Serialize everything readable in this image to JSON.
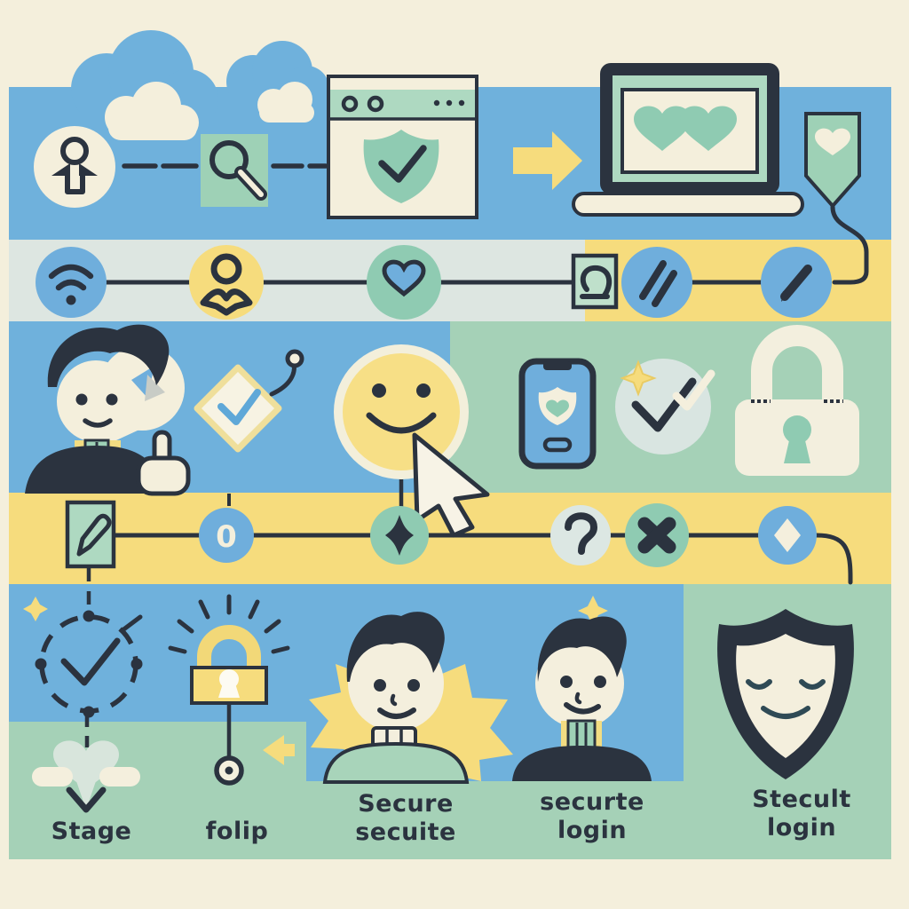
{
  "illustration_theme": "secure login flow infographic",
  "captions": {
    "stage": {
      "line1": "Stage"
    },
    "folip": {
      "line1": "folip"
    },
    "secure_secuite": {
      "line1": "Secure",
      "line2": "secuite"
    },
    "securte_login": {
      "line1": "securte",
      "line2": "login"
    },
    "stecult_login": {
      "line1": "Stecult",
      "line2": "login"
    }
  },
  "badges": {
    "zero": "0"
  },
  "palette": {
    "cream": "#F4EFDC",
    "blue_band": "#6FB1DC",
    "yellow_band": "#F6DC7D",
    "green_band": "#A5D1B7",
    "pale_band": "#DDE6E1",
    "mint_icon": "#8FCBB2",
    "light_green_card": "#AED9C1",
    "node_blue": "#6FAEDC",
    "ink": "#2B333F",
    "pale_node": "#D9E5E1",
    "lock_cream": "#F3EFDE"
  },
  "icons": [
    "cloud-icon",
    "user-arrow-badge-icon",
    "magnifier-icon",
    "browser-shield-icon",
    "arrow-right-icon",
    "laptop-hearts-icon",
    "bookmark-heart-icon",
    "wifi-icon",
    "person-node-icon",
    "heart-node-icon",
    "card-glyph-icon",
    "slashes-node-icon",
    "pen-node-icon",
    "avatar-speech-icon",
    "send-triangle-icon",
    "pointer-hand-icon",
    "diamond-check-icon",
    "pin-hook-icon",
    "smiley-icon",
    "cursor-icon",
    "phone-shield-icon",
    "verified-check-icon",
    "sparkle-icon",
    "padlock-icon",
    "edit-card-icon",
    "zero-node-badge",
    "diamond-node-icon",
    "question-node-icon",
    "cross-node-icon",
    "blue-diamond-node-icon",
    "dashed-check-circle-icon",
    "alarm-lock-icon",
    "pin-dot-icon",
    "arrow-left-icon",
    "starburst-icon",
    "avatar-green-icon",
    "avatar-dark-icon",
    "shield-face-icon",
    "stage-heart-marker-icon"
  ]
}
